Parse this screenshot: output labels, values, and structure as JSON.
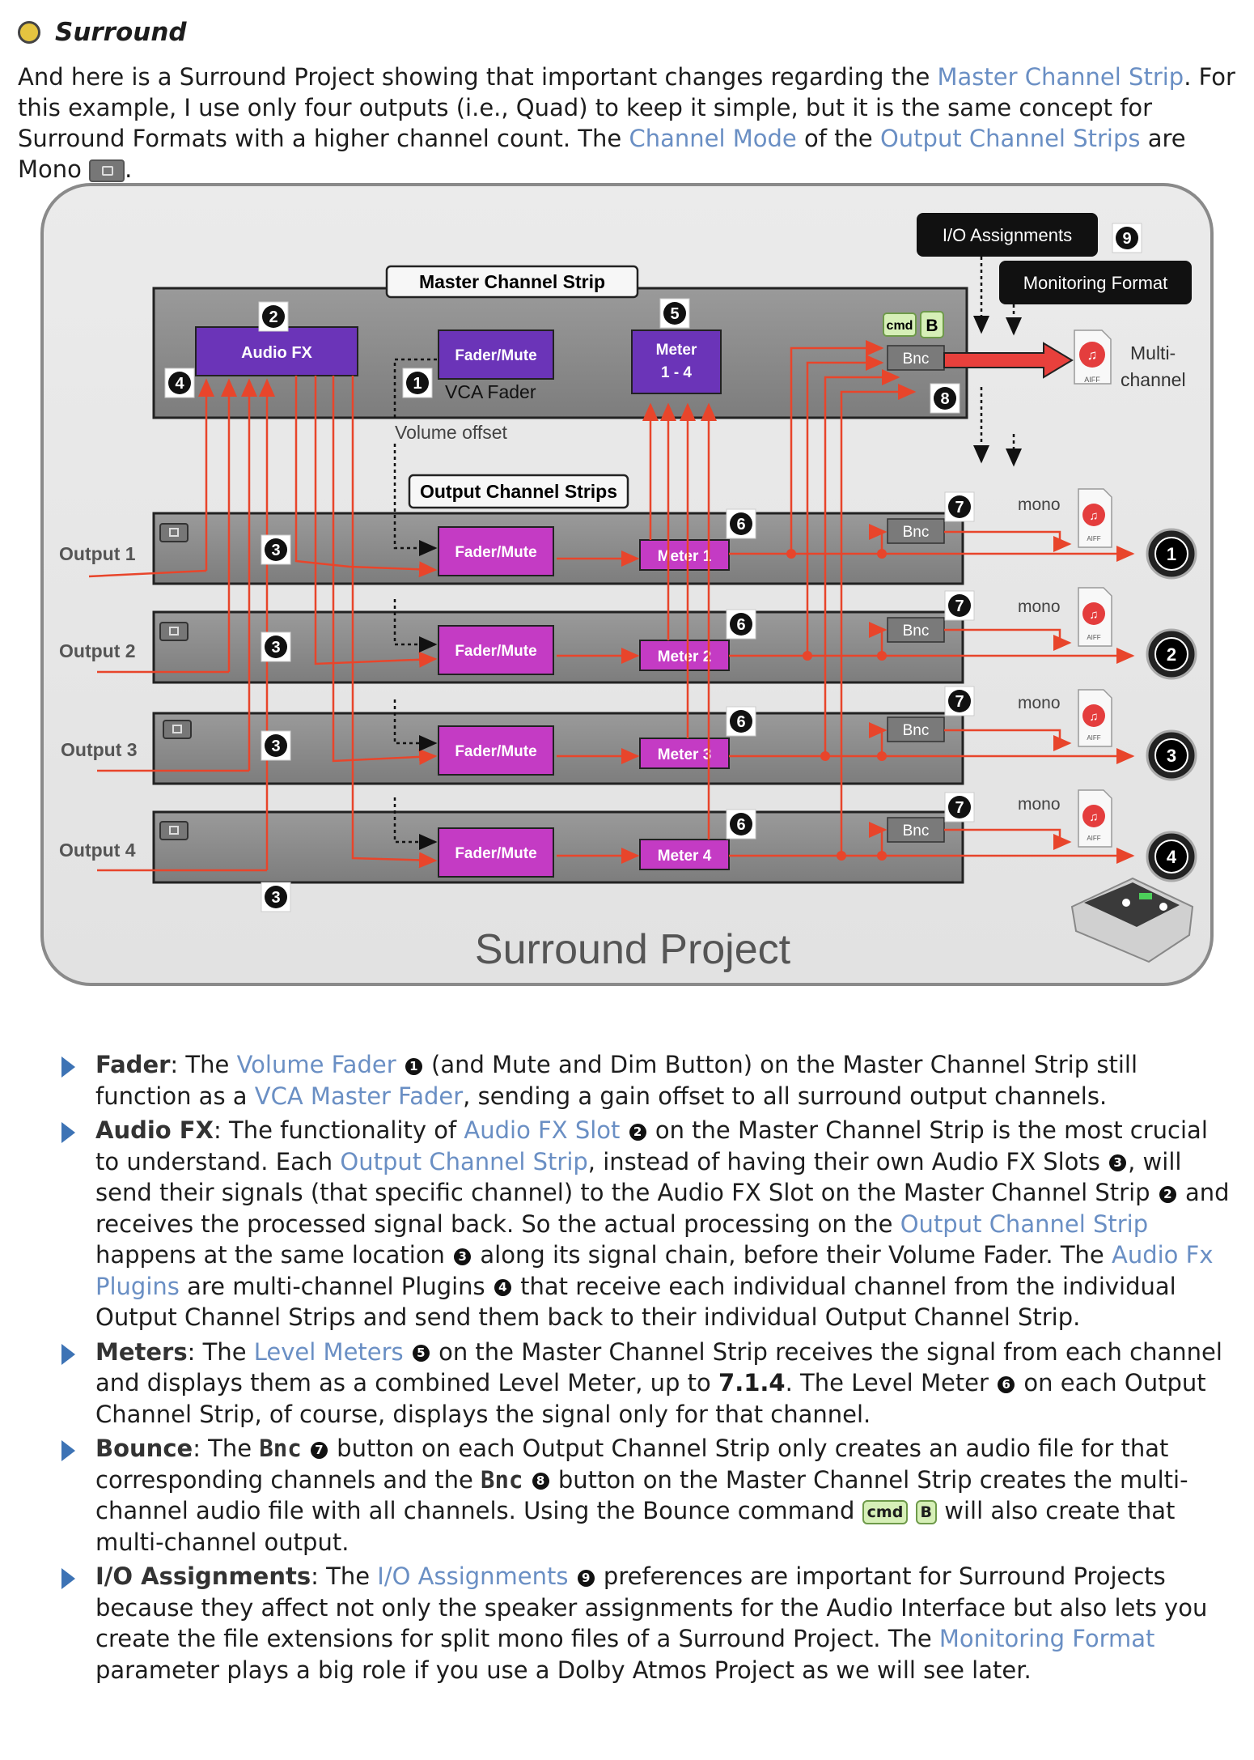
{
  "header": {
    "title": "Surround"
  },
  "intro": {
    "t1": "And here is a Surround Project showing that important changes regarding the ",
    "l1": "Master Channel Strip",
    "t2": ". For this example, I use only four outputs (i.e., Quad) to keep it simple, but it is the same concept for Surround Formats with a higher channel count. The ",
    "l2": "Channel Mode",
    "t3": " of the ",
    "l3": "Output Channel Strips",
    "t4": " are Mono ",
    "t5": "."
  },
  "diagram": {
    "title": "Surround Project",
    "io_assignments": "I/O Assignments",
    "monitoring_format": "Monitoring Format",
    "master_strip": "Master Channel Strip",
    "output_strips": "Output Channel Strips",
    "audio_fx": "Audio FX",
    "fader_mute": "Fader/Mute",
    "vca_fader": "VCA Fader",
    "volume_offset": "Volume offset",
    "meter_master_1": "Meter",
    "meter_master_2": "1 - 4",
    "bnc": "Bnc",
    "cmd": "cmd",
    "b_key": "B",
    "multi": "Multi-",
    "channel": "channel",
    "aiff": "AIFF",
    "outputs": [
      {
        "label": "Output 1",
        "meter": "Meter 1",
        "mono": "mono",
        "num": "1"
      },
      {
        "label": "Output 2",
        "meter": "Meter 2",
        "mono": "mono",
        "num": "2"
      },
      {
        "label": "Output 3",
        "meter": "Meter 3",
        "mono": "mono",
        "num": "3"
      },
      {
        "label": "Output 4",
        "meter": "Meter 4",
        "mono": "mono",
        "num": "4"
      }
    ],
    "badges": {
      "n1": "1",
      "n2": "2",
      "n3": "3",
      "n4": "4",
      "n5": "5",
      "n6": "6",
      "n7": "7",
      "n8": "8",
      "n9": "9"
    }
  },
  "bullets": {
    "fader": {
      "term": "Fader",
      "a": ": The ",
      "l1": "Volume Fader",
      "b": " (and Mute and Dim Button) on the Master Channel Strip still function as a ",
      "l2": "VCA Master Fader",
      "c": ", sending a gain offset to all surround output channels."
    },
    "audiofx": {
      "term": "Audio FX",
      "a": ": The functionality of ",
      "l1": "Audio FX Slot",
      "b": " on the Master Channel Strip is the most crucial to understand. Each ",
      "l2": "Output Channel Strip",
      "c": ", instead of having their own Audio FX Slots ",
      "d": ", will send their signals (that specific channel) to the Audio FX Slot on the Master Channel Strip ",
      "e": " and receives the processed signal back. So the actual processing on the ",
      "l3": "Output Channel Strip",
      "f": " happens at the same location ",
      "g": " along its signal chain, before their Volume Fader. The ",
      "l4": "Audio Fx Plugins",
      "h": " are multi-channel Plugins ",
      "i": " that receive each individual channel from the individual Output Channel Strips and send them back to their individual Output Channel Strip."
    },
    "meters": {
      "term": "Meters",
      "a": ": The ",
      "l1": "Level Meters",
      "b": " on the Master Channel Strip receives the signal from each channel and displays them as a combined Level Meter, up to ",
      "bold": "7.1.4",
      "c": ". The Level Meter ",
      "d": " on each Output Channel Strip, of course, displays the signal only for that channel."
    },
    "bounce": {
      "term": "Bounce",
      "a": ": The ",
      "bnc1": "Bnc",
      "b": " button on each Output Channel Strip only creates an audio file for that corresponding channels and the ",
      "bnc2": "Bnc",
      "c": " button on the Master Channel Strip creates the multi-channel audio file with all channels. Using the Bounce command ",
      "cmd": "cmd",
      "key": "B",
      "d": " will also create that multi-channel output."
    },
    "io": {
      "term": "I/O Assignments",
      "a": ": The ",
      "l1": "I/O Assignments",
      "b": " preferences are important for Surround Projects because they affect not only the speaker assignments for the Audio Interface but also lets you create the file extensions for split mono files of a Surround Project. The ",
      "l2": "Monitoring Format",
      "c": " parameter plays a big role if you use a Dolby Atmos Project as we will see later."
    }
  }
}
